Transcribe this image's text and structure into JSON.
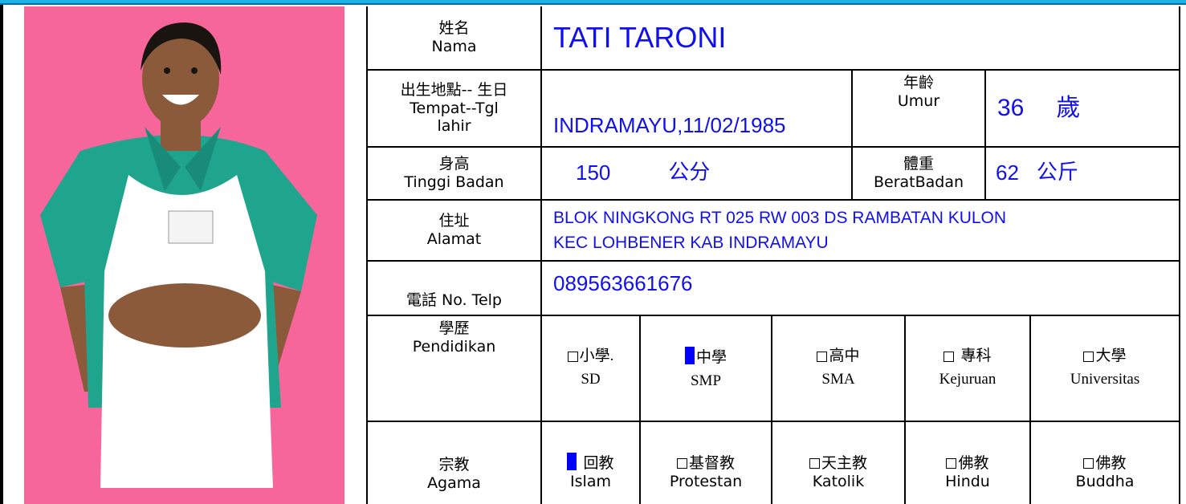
{
  "header_color": "#1ab4e8",
  "photo": {
    "background": "#f7669b",
    "description_icon": "person-photo-icon"
  },
  "fields": {
    "name": {
      "label_zh": "姓名",
      "label_id": "Nama",
      "value": "TATI TARONI"
    },
    "birth": {
      "label_zh": "出生地點-- 生日",
      "label_id": "Tempat--Tgl",
      "label_id2": "lahir",
      "value": "INDRAMAYU,11/02/1985"
    },
    "age": {
      "label_zh": "年齡",
      "label_id": "Umur",
      "value": "36",
      "unit": "歲"
    },
    "height": {
      "label_zh": "身高",
      "label_id": "Tinggi Badan",
      "value": "150",
      "unit": "公分"
    },
    "weight": {
      "label_zh": "體重",
      "label_id": "BeratBadan",
      "value": "62",
      "unit": "公斤"
    },
    "address": {
      "label_zh": "住址",
      "label_id": "Alamat",
      "line1": "BLOK NINGKONG RT 025 RW 003 DS RAMBATAN KULON",
      "line2": "KEC LOHBENER KAB INDRAMAYU"
    },
    "phone": {
      "label_zh": "電話",
      "label_id": "No. Telp",
      "value": "089563661676"
    }
  },
  "education": {
    "label_zh": "學歷",
    "label_id": "Pendidikan",
    "options": [
      {
        "zh": "小學.",
        "id": "SD",
        "checked": false
      },
      {
        "zh": "中學",
        "id": "SMP",
        "checked": true
      },
      {
        "zh": "高中",
        "id": "SMA",
        "checked": false
      },
      {
        "zh": "專科",
        "id": "Kejuruan",
        "checked": false
      },
      {
        "zh": "大學",
        "id": "Universitas",
        "checked": false
      }
    ]
  },
  "religion": {
    "label_zh": "宗教",
    "label_id": "Agama",
    "options": [
      {
        "zh": "回教",
        "id": "Islam",
        "checked": true
      },
      {
        "zh": "基督教",
        "id": "Protestan",
        "checked": false
      },
      {
        "zh": "天主教",
        "id": "Katolik",
        "checked": false
      },
      {
        "zh": "佛教",
        "id": "Hindu",
        "checked": false
      },
      {
        "zh": "佛教",
        "id": "Buddha",
        "checked": false
      }
    ]
  }
}
